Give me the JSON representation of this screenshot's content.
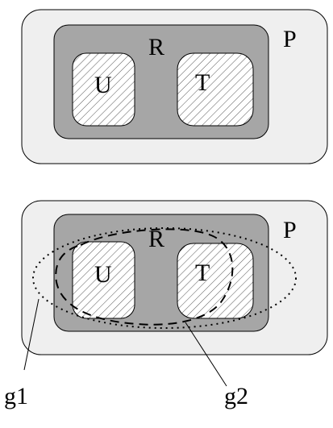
{
  "diagram_top": {
    "outer_label": "P",
    "inner_label": "R",
    "left_label": "U",
    "right_label": "T"
  },
  "diagram_bottom": {
    "outer_label": "P",
    "inner_label": "R",
    "left_label": "U",
    "right_label": "T",
    "callout_g1": "g1",
    "callout_g2": "g2"
  },
  "colors": {
    "outer_fill": "#efefef",
    "inner_fill": "#a6a6a6",
    "box_fill": "#ffffff",
    "hatch": "#555555",
    "stroke": "#000000"
  }
}
